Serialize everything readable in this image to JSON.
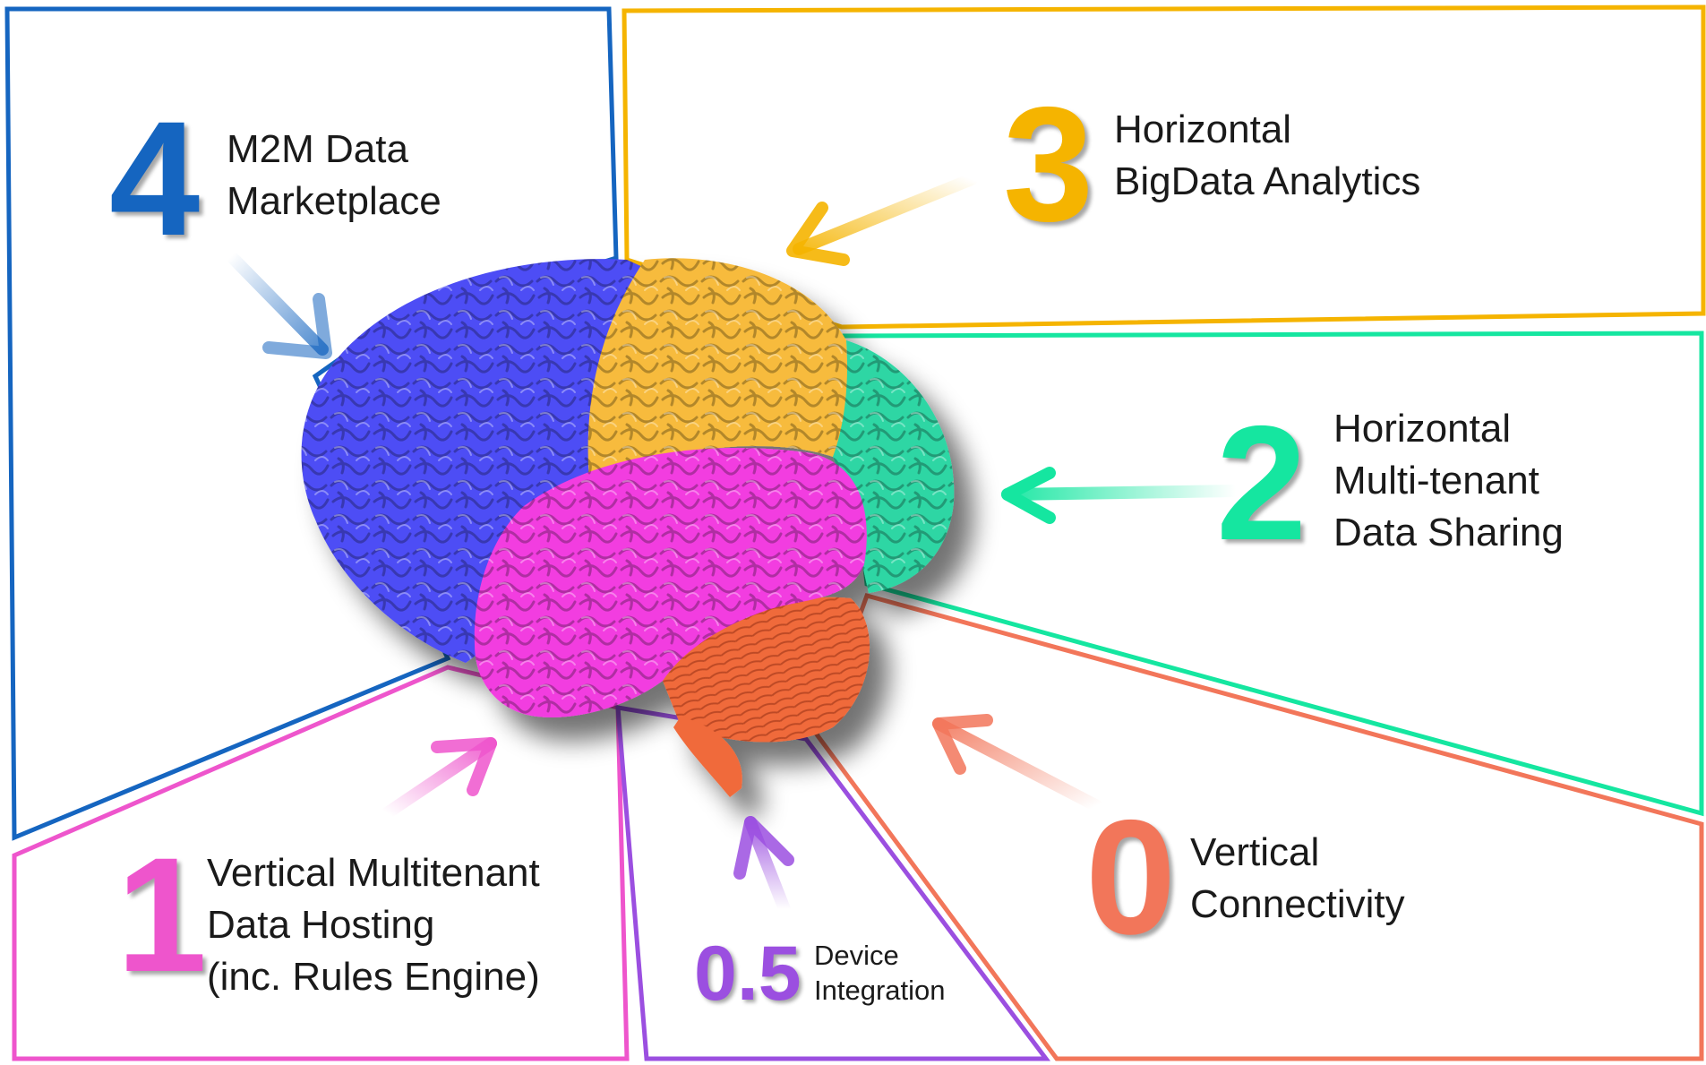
{
  "colors": {
    "level4": "#1565c0",
    "level3": "#f5b400",
    "level2": "#15e6a0",
    "level1": "#ee55cc",
    "level05": "#9b4fe0",
    "level0": "#f2765a",
    "brain_frontal": "#4d4df5",
    "brain_parietal": "#f7bb3c",
    "brain_occipital": "#2ed6a4",
    "brain_temporal": "#f23ee0",
    "brain_cerebellum": "#f06a3a"
  },
  "levels": [
    {
      "id": "4",
      "number": "4",
      "lines": [
        "M2M Data",
        "Marketplace"
      ]
    },
    {
      "id": "3",
      "number": "3",
      "lines": [
        "Horizontal",
        "BigData Analytics"
      ]
    },
    {
      "id": "2",
      "number": "2",
      "lines": [
        "Horizontal",
        "Multi-tenant",
        "Data Sharing"
      ]
    },
    {
      "id": "1",
      "number": "1",
      "lines": [
        "Vertical Multitenant",
        "Data Hosting",
        "(inc. Rules Engine)"
      ]
    },
    {
      "id": "05",
      "number": "0.5",
      "lines": [
        "Device",
        "Integration"
      ]
    },
    {
      "id": "0",
      "number": "0",
      "lines": [
        "Vertical",
        "Connectivity"
      ]
    }
  ]
}
